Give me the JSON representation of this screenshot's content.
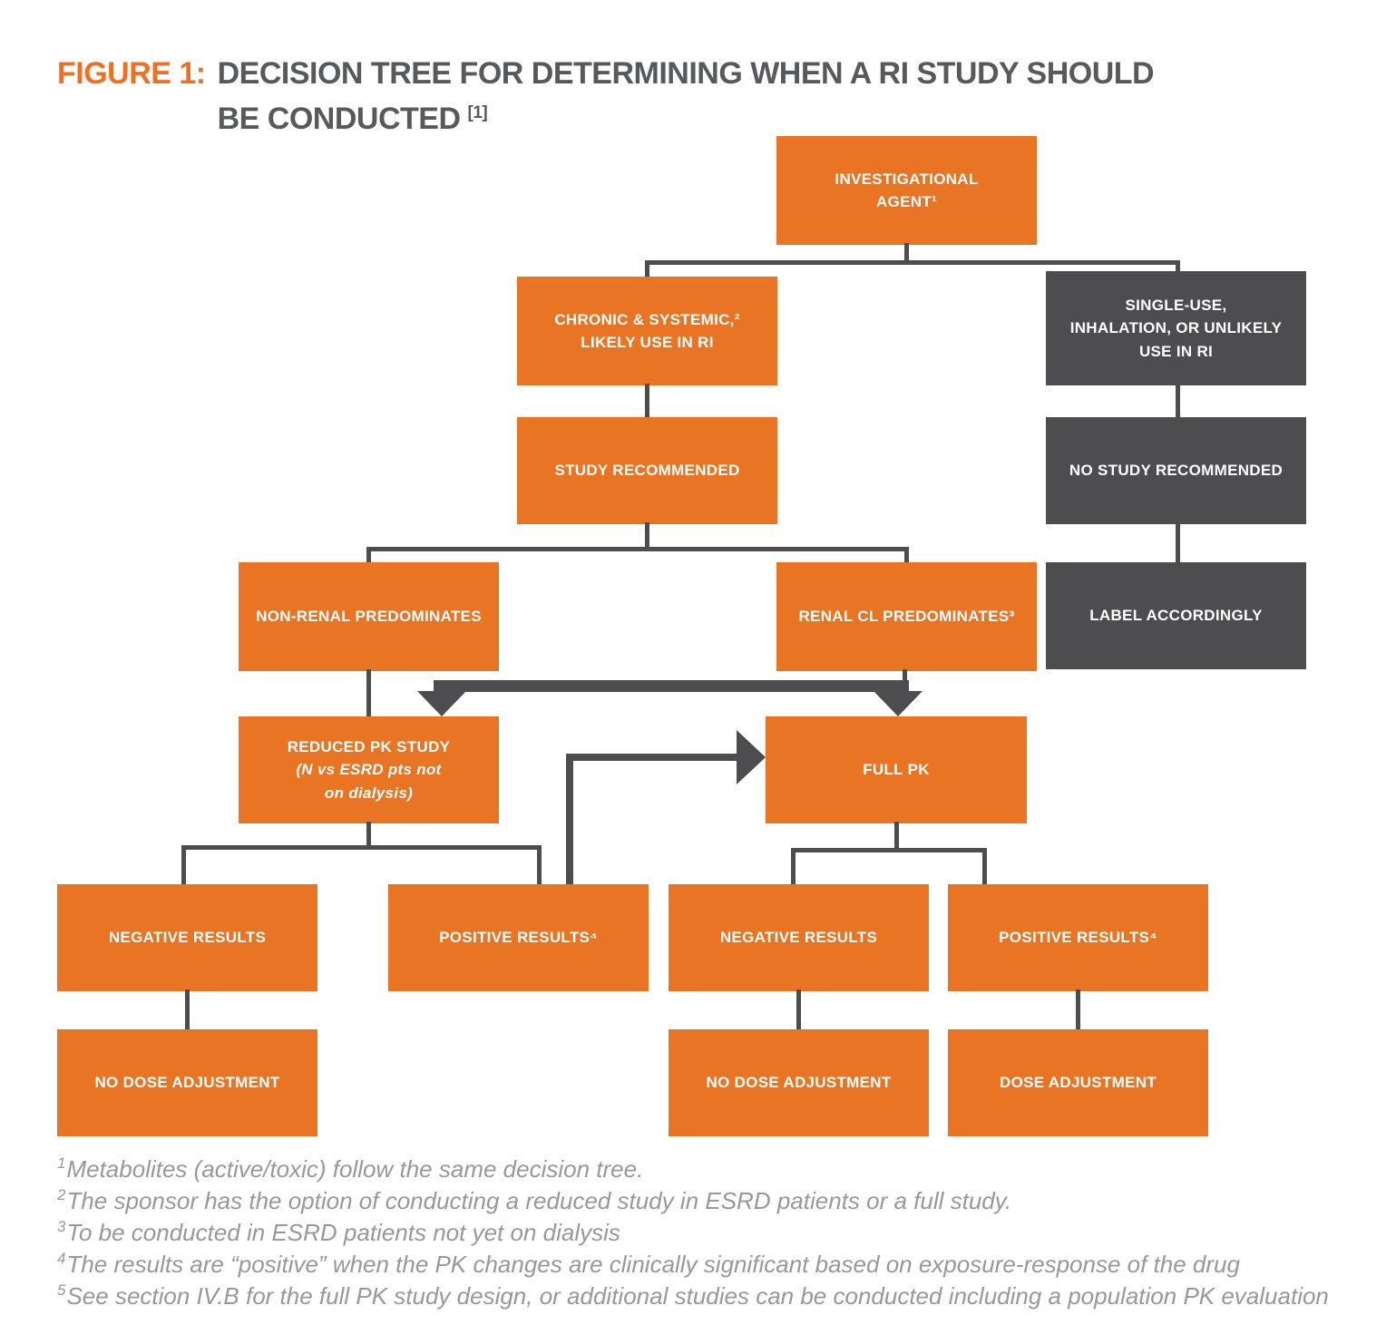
{
  "title": {
    "figure_label": "FIGURE 1:",
    "text_line1": "DECISION TREE FOR DETERMINING WHEN A RI STUDY SHOULD",
    "text_line2": "BE CONDUCTED",
    "reference": "[1]"
  },
  "colors": {
    "orange": "#E87424",
    "title_orange": "#EE7023",
    "dark_gray": "#4D4D4F",
    "title_gray": "#58595B",
    "footnote_gray": "#96989B"
  },
  "nodes": {
    "investigational_agent": {
      "label": "INVESTIGATIONAL\nAGENT¹",
      "color": "orange"
    },
    "chronic_systemic": {
      "label": "CHRONIC & SYSTEMIC,²\nLIKELY USE IN RI",
      "color": "orange"
    },
    "single_use": {
      "label": "SINGLE-USE,\nINHALATION, OR UNLIKELY\nUSE IN RI",
      "color": "gray"
    },
    "study_recommended": {
      "label": "STUDY RECOMMENDED",
      "color": "orange"
    },
    "no_study_recommended": {
      "label": "NO STUDY RECOMMENDED",
      "color": "gray"
    },
    "non_renal_predominates": {
      "label": "NON-RENAL PREDOMINATES",
      "color": "orange"
    },
    "renal_cl_predominates": {
      "label": "RENAL CL PREDOMINATES³",
      "color": "orange"
    },
    "label_accordingly": {
      "label": "LABEL ACCORDINGLY",
      "color": "gray"
    },
    "reduced_pk_study": {
      "label": "REDUCED PK STUDY",
      "sublabel": "(N vs ESRD pts not\non dialysis)",
      "color": "orange"
    },
    "full_pk": {
      "label": "FULL PK",
      "color": "orange"
    },
    "negative_results_reduced": {
      "label": "NEGATIVE RESULTS",
      "color": "orange"
    },
    "positive_results_reduced": {
      "label": "POSITIVE RESULTS⁴",
      "color": "orange"
    },
    "negative_results_full": {
      "label": "NEGATIVE RESULTS",
      "color": "orange"
    },
    "positive_results_full": {
      "label": "POSITIVE RESULTS⁴",
      "color": "orange"
    },
    "no_dose_adjustment_reduced": {
      "label": "NO DOSE ADJUSTMENT",
      "color": "orange"
    },
    "no_dose_adjustment_full": {
      "label": "NO DOSE ADJUSTMENT",
      "color": "orange"
    },
    "dose_adjustment": {
      "label": "DOSE ADJUSTMENT",
      "color": "orange"
    }
  },
  "footnotes": [
    {
      "marker": "1",
      "text": "Metabolites (active/toxic) follow the same decision tree."
    },
    {
      "marker": "2",
      "text": "The sponsor has the option of conducting a reduced study in ESRD patients or a full study."
    },
    {
      "marker": "3",
      "text": "To be conducted in ESRD patients not yet on dialysis"
    },
    {
      "marker": "4",
      "text": "The results are “positive” when the PK changes are clinically significant based on exposure-response of the drug"
    },
    {
      "marker": "5",
      "text": "See section IV.B for the full PK study design, or additional studies can be conducted including a population PK evaluation"
    }
  ]
}
